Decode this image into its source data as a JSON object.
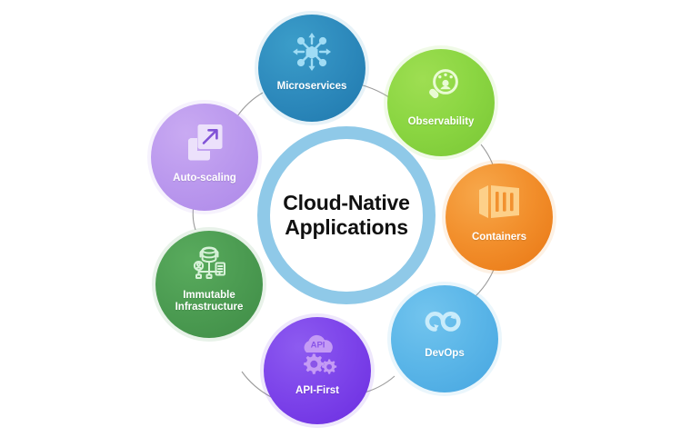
{
  "diagram": {
    "type": "hub-and-spoke-circular",
    "background_color": "#ffffff",
    "center": {
      "title_line1": "Cloud-Native",
      "title_line2": "Applications",
      "ring_color": "#8fc9e8",
      "text_color": "#111111"
    },
    "connector_color": "#8a8a8a",
    "nodes": [
      {
        "id": "microservices",
        "label": "Microservices",
        "icon": "network-nodes-icon",
        "color": "#2f8cbe",
        "position": "top"
      },
      {
        "id": "observability",
        "label": "Observability",
        "icon": "magnifier-gauge-icon",
        "color": "#8bd642",
        "position": "top-right"
      },
      {
        "id": "containers",
        "label": "Containers",
        "icon": "shipping-container-icon",
        "color": "#f28f2c",
        "position": "right"
      },
      {
        "id": "devops",
        "label": "DevOps",
        "icon": "infinity-loop-icon",
        "color": "#5bb6e8",
        "position": "bottom-right"
      },
      {
        "id": "api-first",
        "label": "API-First",
        "icon": "api-cloud-gears-icon",
        "color": "#7d44ea",
        "position": "bottom"
      },
      {
        "id": "immutable",
        "label_line1": "Immutable",
        "label_line2": "Infrastructure",
        "icon": "server-infrastructure-icon",
        "color": "#4c9c52",
        "position": "bottom-left"
      },
      {
        "id": "autoscaling",
        "label": "Auto-scaling",
        "icon": "scale-up-arrow-icon",
        "color": "#bb99ee",
        "position": "left"
      }
    ]
  }
}
